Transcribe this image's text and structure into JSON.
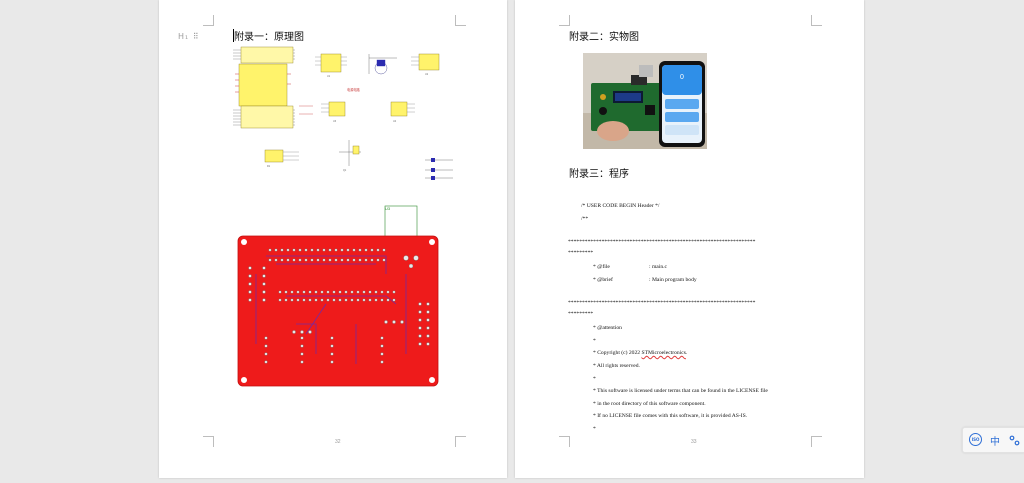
{
  "left_page": {
    "heading": "附录一：原理图",
    "schematic_texts": [
      "电源电路",
      "U1",
      "U2",
      "U3",
      "U4",
      "R1",
      "Q1"
    ],
    "pcb_label": "U3",
    "page_number": "32"
  },
  "right_page": {
    "heading_photo": "附录二：实物图",
    "heading_code": "附录三：程序",
    "page_number": "33",
    "code_lines": [
      {
        "text": "/* USER CODE BEGIN Header */",
        "indent": 1
      },
      {
        "text": "/**",
        "indent": 1
      },
      {
        "text": "*******************************************************************",
        "indent": 0
      },
      {
        "text": "*********",
        "indent": 0
      },
      {
        "text": "* @file",
        "value": ": main.c",
        "indent": 2
      },
      {
        "text": "* @brief",
        "value": ": Main program body",
        "indent": 2
      },
      {
        "text": "*******************************************************************",
        "indent": 0
      },
      {
        "text": "*********",
        "indent": 0
      },
      {
        "text": "* @attention",
        "indent": 2
      },
      {
        "text": "*",
        "indent": 2
      },
      {
        "text": "* Copyright (c) 2022 STMicroelectronics.",
        "indent": 2
      },
      {
        "text": "* All rights reserved.",
        "indent": 2
      },
      {
        "text": "*",
        "indent": 2
      },
      {
        "text": "* This software is licensed under terms that can be found in the LICENSE file",
        "indent": 2
      },
      {
        "text": "* in the root directory of this software component.",
        "indent": 2
      },
      {
        "text": "* If no LICENSE file comes with this software, it is provided AS-IS.",
        "indent": 2
      },
      {
        "text": "*",
        "indent": 2
      }
    ]
  },
  "toolbar": {
    "logo_text": "ISO",
    "ime_mode": "中"
  }
}
